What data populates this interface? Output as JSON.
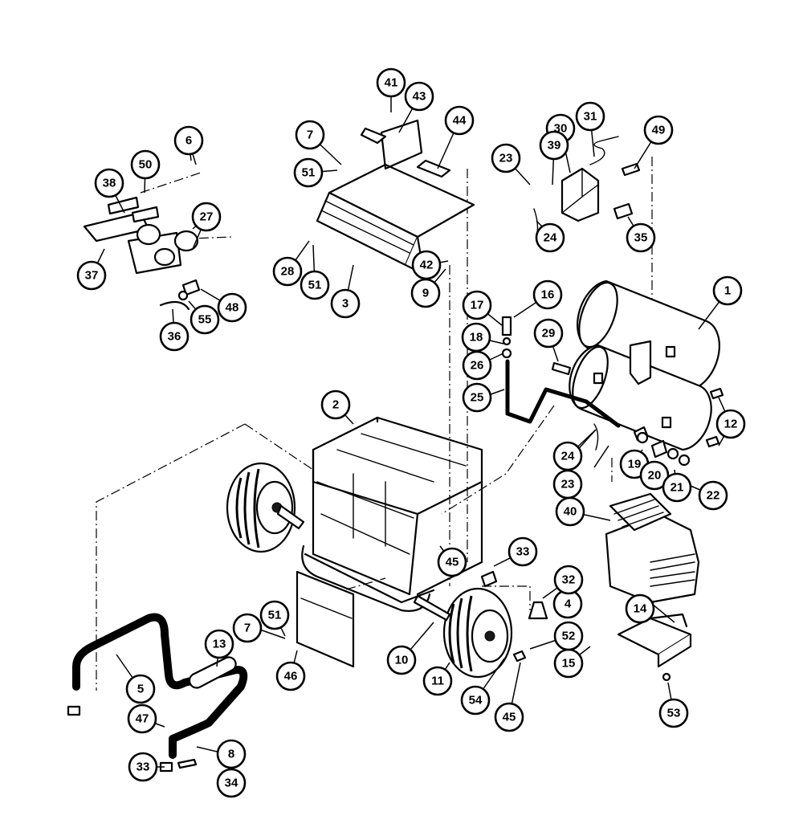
{
  "callouts": {
    "c1": "1",
    "c2": "2",
    "c3": "3",
    "c4": "4",
    "c5": "5",
    "c6": "6",
    "c7a": "7",
    "c7b": "7",
    "c8": "8",
    "c9": "9",
    "c10": "10",
    "c11": "11",
    "c12": "12",
    "c13": "13",
    "c14": "14",
    "c15": "15",
    "c16": "16",
    "c17": "17",
    "c18": "18",
    "c19": "19",
    "c20": "20",
    "c21": "21",
    "c22": "22",
    "c23a": "23",
    "c23b": "23",
    "c24a": "24",
    "c24b": "24",
    "c25": "25",
    "c26": "26",
    "c27": "27",
    "c28": "28",
    "c29": "29",
    "c30": "30",
    "c31": "31",
    "c32": "32",
    "c33a": "33",
    "c33b": "33",
    "c34": "34",
    "c35": "35",
    "c36": "36",
    "c37": "37",
    "c38": "38",
    "c39": "39",
    "c40": "40",
    "c41": "41",
    "c42": "42",
    "c43": "43",
    "c44": "44",
    "c45a": "45",
    "c45b": "45",
    "c46": "46",
    "c47": "47",
    "c48": "48",
    "c49": "49",
    "c50": "50",
    "c51a": "51",
    "c51b": "51",
    "c51c": "51",
    "c52": "52",
    "c53": "53",
    "c54": "54",
    "c55": "55"
  }
}
